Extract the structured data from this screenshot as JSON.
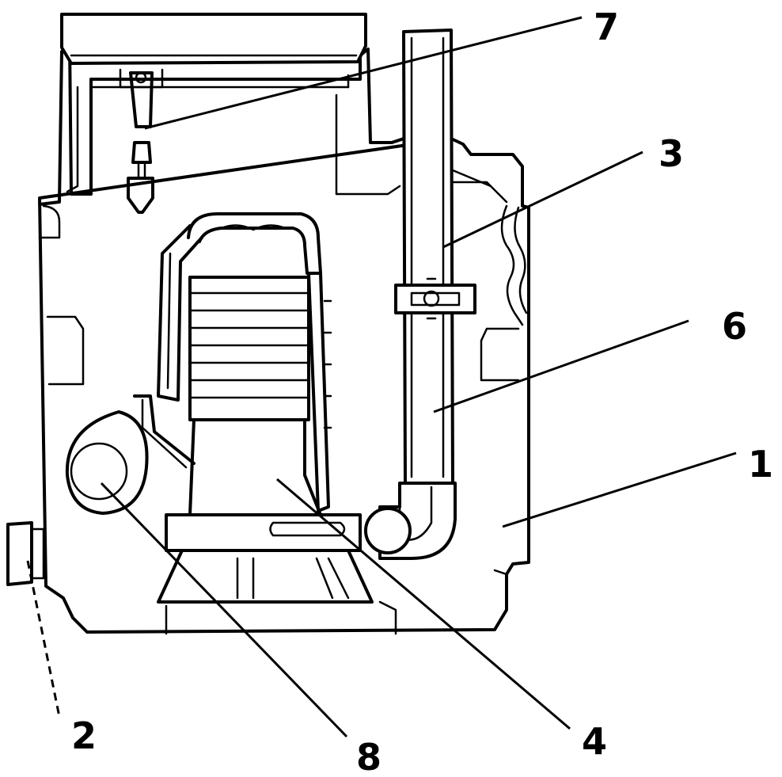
{
  "callouts": [
    {
      "id": "c1",
      "label": "1"
    },
    {
      "id": "c2",
      "label": "2"
    },
    {
      "id": "c3",
      "label": "3"
    },
    {
      "id": "c4",
      "label": "4"
    },
    {
      "id": "c6",
      "label": "6"
    },
    {
      "id": "c7",
      "label": "7"
    },
    {
      "id": "c8",
      "label": "8"
    }
  ],
  "colors": {
    "stroke": "#000000",
    "background": "#ffffff"
  }
}
